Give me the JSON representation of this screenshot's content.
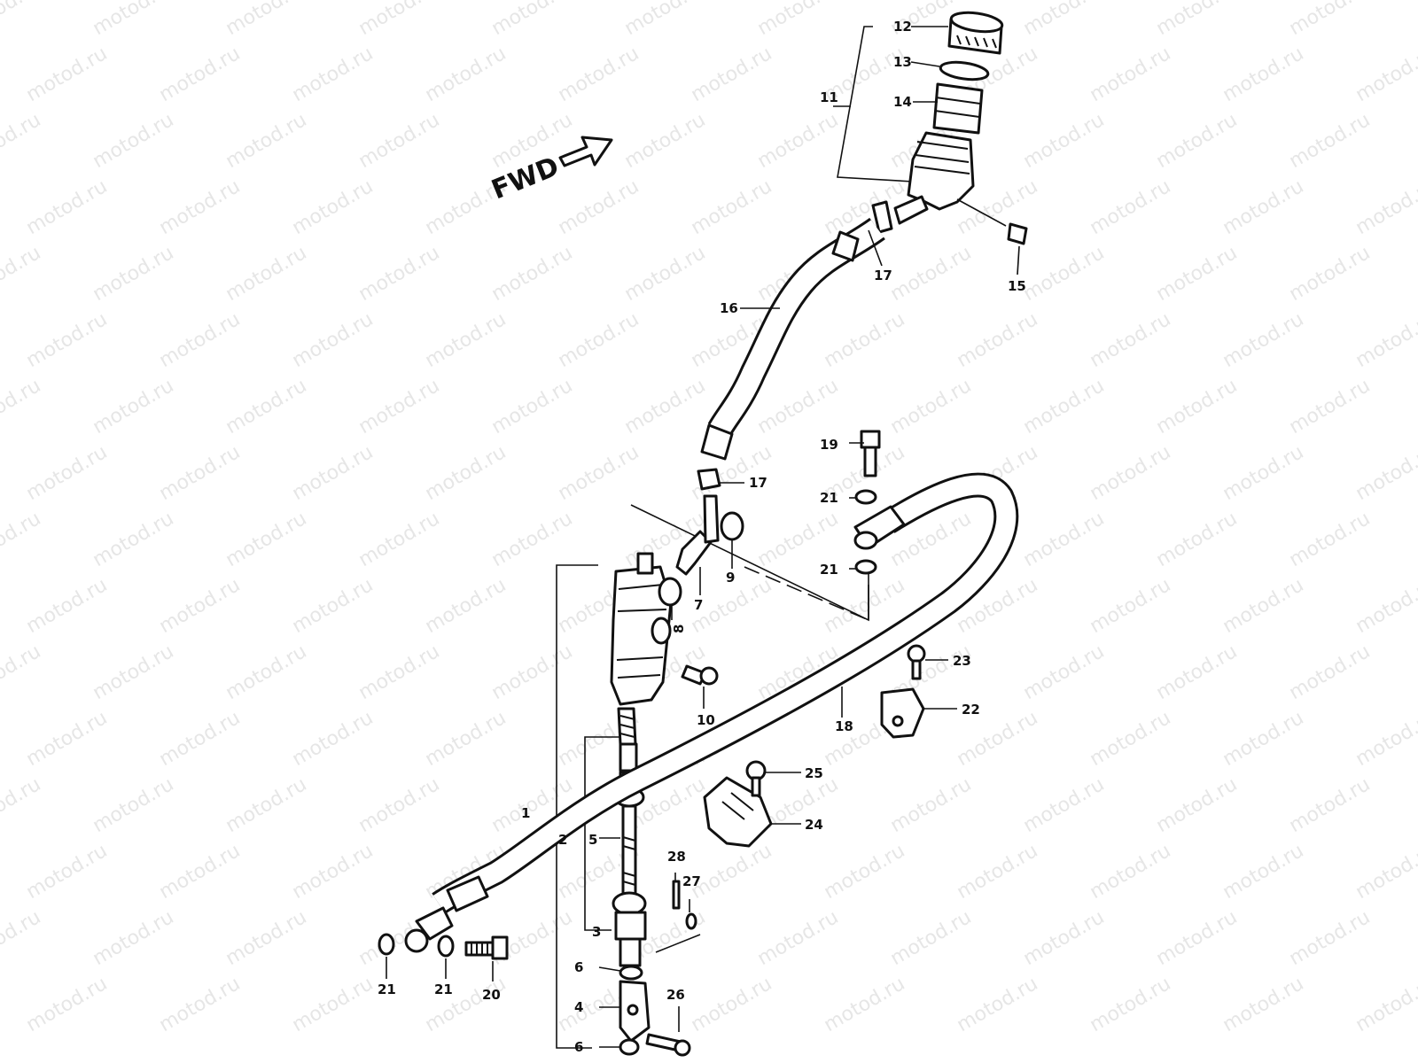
{
  "watermark": "motod.ru",
  "fwd_label": "FWD",
  "callouts": {
    "c1": "1",
    "c2": "2",
    "c3": "3",
    "c4": "4",
    "c5": "5",
    "c6a": "6",
    "c6b": "6",
    "c7": "7",
    "c8": "8",
    "c9": "9",
    "c10": "10",
    "c11": "11",
    "c12": "12",
    "c13": "13",
    "c14": "14",
    "c15": "15",
    "c16": "16",
    "c17a": "17",
    "c17b": "17",
    "c18": "18",
    "c19": "19",
    "c20": "20",
    "c21a": "21",
    "c21b": "21",
    "c21c": "21",
    "c21d": "21",
    "c22": "22",
    "c23": "23",
    "c24": "24",
    "c25": "25",
    "c26": "26",
    "c27": "27",
    "c28": "28"
  }
}
